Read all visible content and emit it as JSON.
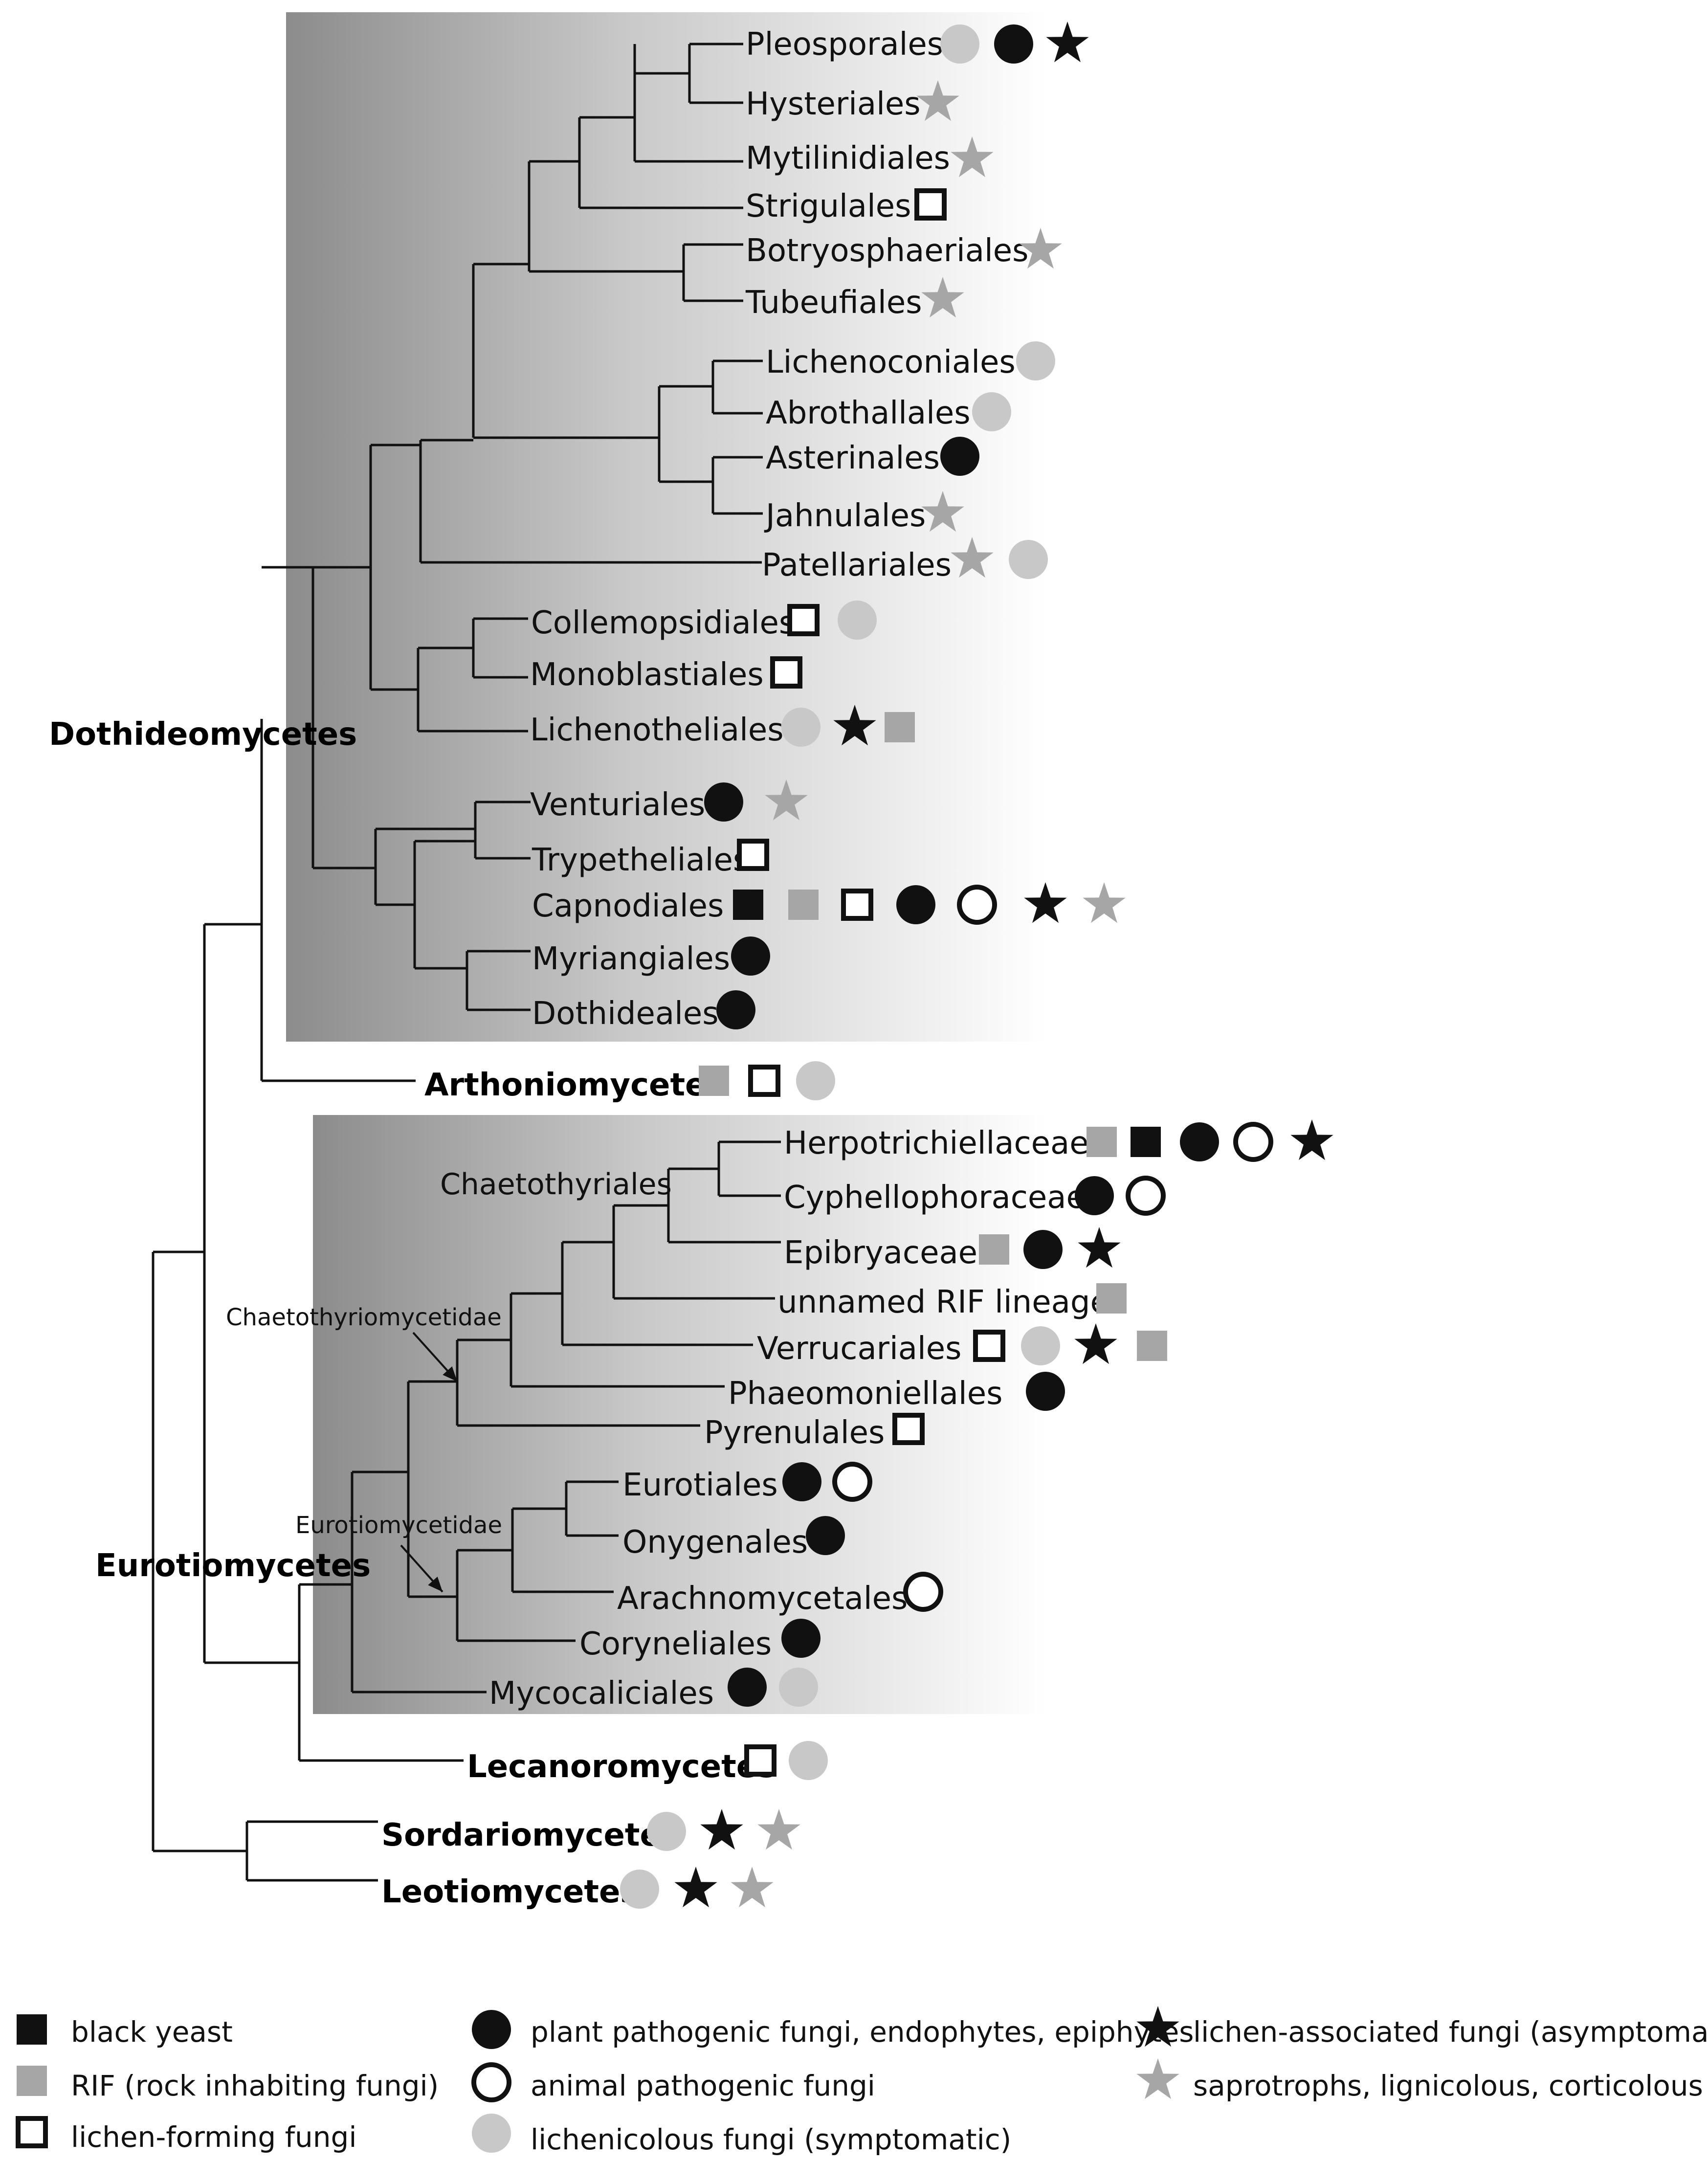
{
  "colors": {
    "black": "#111111",
    "grey": "#a6a6a6",
    "light_grey": "#c8c8c8",
    "shade_dark": "#8c8c8c",
    "shade_light": "#ffffff"
  },
  "taxa": {
    "pleo": {
      "label": "Pleosporales",
      "markers": [
        "circle-grey",
        "circle-black",
        "star-black"
      ]
    },
    "hyst": {
      "label": "Hysteriales",
      "markers": [
        "star-grey"
      ]
    },
    "myti": {
      "label": "Mytilinidiales",
      "markers": [
        "star-grey"
      ]
    },
    "stri": {
      "label": "Strigulales",
      "markers": [
        "square-open"
      ]
    },
    "botr": {
      "label": "Botryosphaeriales",
      "markers": [
        "star-grey"
      ]
    },
    "tube": {
      "label": "Tubeufiales",
      "markers": [
        "star-grey"
      ]
    },
    "lico": {
      "label": "Lichenoconiales",
      "markers": [
        "circle-grey"
      ]
    },
    "abro": {
      "label": "Abrothallales",
      "markers": [
        "circle-grey"
      ]
    },
    "aste": {
      "label": "Asterinales",
      "markers": [
        "circle-black"
      ]
    },
    "jahn": {
      "label": "Jahnulales",
      "markers": [
        "star-grey"
      ]
    },
    "pate": {
      "label": "Patellariales",
      "markers": [
        "star-grey",
        "circle-grey"
      ]
    },
    "coll": {
      "label": "Collemopsidiales",
      "markers": [
        "square-open",
        "circle-grey"
      ]
    },
    "mono": {
      "label": "Monoblastiales",
      "markers": [
        "square-open"
      ]
    },
    "lith": {
      "label": "Lichenotheliales",
      "markers": [
        "circle-grey",
        "star-black",
        "square-grey"
      ]
    },
    "vent": {
      "label": "Venturiales",
      "markers": [
        "circle-black",
        "star-grey"
      ]
    },
    "tryp": {
      "label": "Trypetheliales",
      "markers": [
        "square-open"
      ]
    },
    "capn": {
      "label": "Capnodiales",
      "markers": [
        "square-black",
        "square-grey",
        "square-open",
        "circle-black",
        "circle-open",
        "star-black",
        "star-grey"
      ]
    },
    "myri": {
      "label": "Myriangiales",
      "markers": [
        "circle-black"
      ]
    },
    "doth": {
      "label": "Dothideales",
      "markers": [
        "circle-black"
      ]
    },
    "arth": {
      "label": "Arthoniomycetes",
      "markers": [
        "square-grey",
        "square-open",
        "circle-grey"
      ]
    },
    "herp": {
      "label": "Herpotrichiellaceae",
      "markers": [
        "square-grey",
        "square-black",
        "circle-black",
        "circle-open",
        "star-black"
      ]
    },
    "cyph": {
      "label": "Cyphellophoraceae",
      "markers": [
        "circle-black",
        "circle-open"
      ]
    },
    "epib": {
      "label": "Epibryaceae",
      "markers": [
        "square-grey",
        "circle-black",
        "star-black"
      ]
    },
    "unna": {
      "label": "unnamed RIF lineage",
      "markers": [
        "square-grey"
      ]
    },
    "verr": {
      "label": "Verrucariales",
      "markers": [
        "square-open",
        "circle-grey",
        "star-black",
        "square-grey"
      ]
    },
    "phae": {
      "label": "Phaeomoniellales",
      "markers": [
        "circle-black"
      ]
    },
    "pyre": {
      "label": "Pyrenulales",
      "markers": [
        "square-open"
      ]
    },
    "euro": {
      "label": "Eurotiales",
      "markers": [
        "circle-black",
        "circle-open"
      ]
    },
    "onyg": {
      "label": "Onygenales",
      "markers": [
        "circle-black"
      ]
    },
    "arac": {
      "label": "Arachnomycetales",
      "markers": [
        "circle-open"
      ]
    },
    "cory": {
      "label": "Coryneliales",
      "markers": [
        "circle-black"
      ]
    },
    "myco": {
      "label": "Mycocaliciales",
      "markers": [
        "circle-black",
        "circle-grey"
      ]
    },
    "leca": {
      "label": "Lecanoromycetes",
      "markers": [
        "square-open",
        "circle-grey"
      ]
    },
    "sord": {
      "label": "Sordariomycetes",
      "markers": [
        "circle-grey",
        "star-black",
        "star-grey"
      ]
    },
    "leot": {
      "label": "Leotiomycetes",
      "markers": [
        "circle-grey",
        "star-black",
        "star-grey"
      ]
    }
  },
  "clade_labels": {
    "dothideomycetes": "Dothideomycetes",
    "eurotiomycetes": "Eurotiomycetes",
    "chaetothyriales": "Chaetothyriales",
    "chaetothyriomycetidae": "Chaetothyriomycetidae",
    "eurotiomycetidae": "Eurotiomycetidae"
  },
  "legend": [
    {
      "marker": "square-black",
      "label": "black yeast"
    },
    {
      "marker": "square-grey",
      "label": "RIF (rock inhabiting fungi)"
    },
    {
      "marker": "square-open",
      "label": "lichen-forming fungi"
    },
    {
      "marker": "circle-black",
      "label": "plant pathogenic fungi, endophytes, epiphytes"
    },
    {
      "marker": "circle-open",
      "label": "animal pathogenic fungi"
    },
    {
      "marker": "circle-grey",
      "label": "lichenicolous fungi (symptomatic)"
    },
    {
      "marker": "star-black",
      "label": "lichen-associated fungi (asymptomatic)"
    },
    {
      "marker": "star-grey",
      "label": "saprotrophs, lignicolous, corticolous"
    }
  ]
}
